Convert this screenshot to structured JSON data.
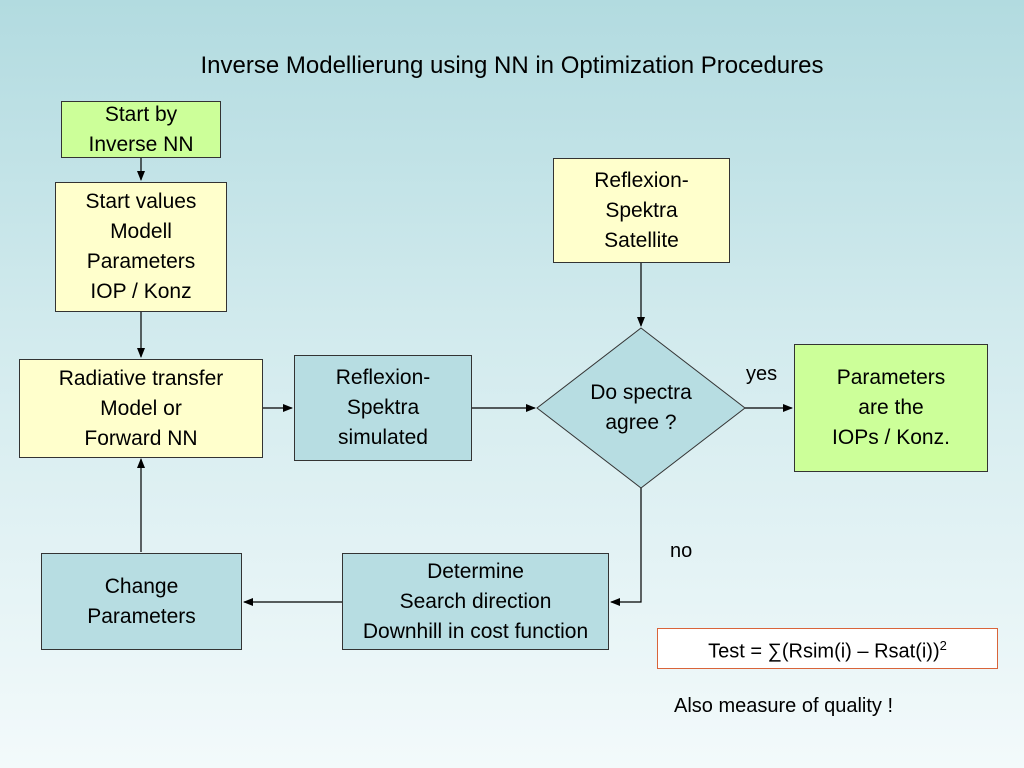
{
  "title": "Inverse Modellierung using NN in Optimization Procedures",
  "nodes": {
    "start_inverse": [
      "Start by",
      "Inverse NN"
    ],
    "start_values": [
      "Start values",
      "Modell",
      "Parameters",
      "IOP / Konz"
    ],
    "radiative": [
      "Radiative transfer",
      "Model or",
      "Forward NN"
    ],
    "reflexion_sim": [
      "Reflexion-",
      "Spektra",
      "simulated"
    ],
    "reflexion_sat": [
      "Reflexion-",
      "Spektra",
      "Satellite"
    ],
    "decision": [
      "Do spectra",
      "agree ?"
    ],
    "parameters_result": [
      "Parameters",
      "are the",
      "IOPs / Konz."
    ],
    "determine": [
      "Determine",
      "Search direction",
      "Downhill in cost function"
    ],
    "change": [
      "Change",
      "Parameters"
    ]
  },
  "edge_labels": {
    "yes": "yes",
    "no": "no"
  },
  "test_box": {
    "prefix": "Test = ∑(Rsim(i) – Rsat(i))",
    "superscript": "2"
  },
  "quality_note": "Also measure of quality !",
  "colors": {
    "green": "#ccff99",
    "yellow": "#ffffcc",
    "teal": "#b7dde2",
    "test_border": "#d9643a"
  }
}
